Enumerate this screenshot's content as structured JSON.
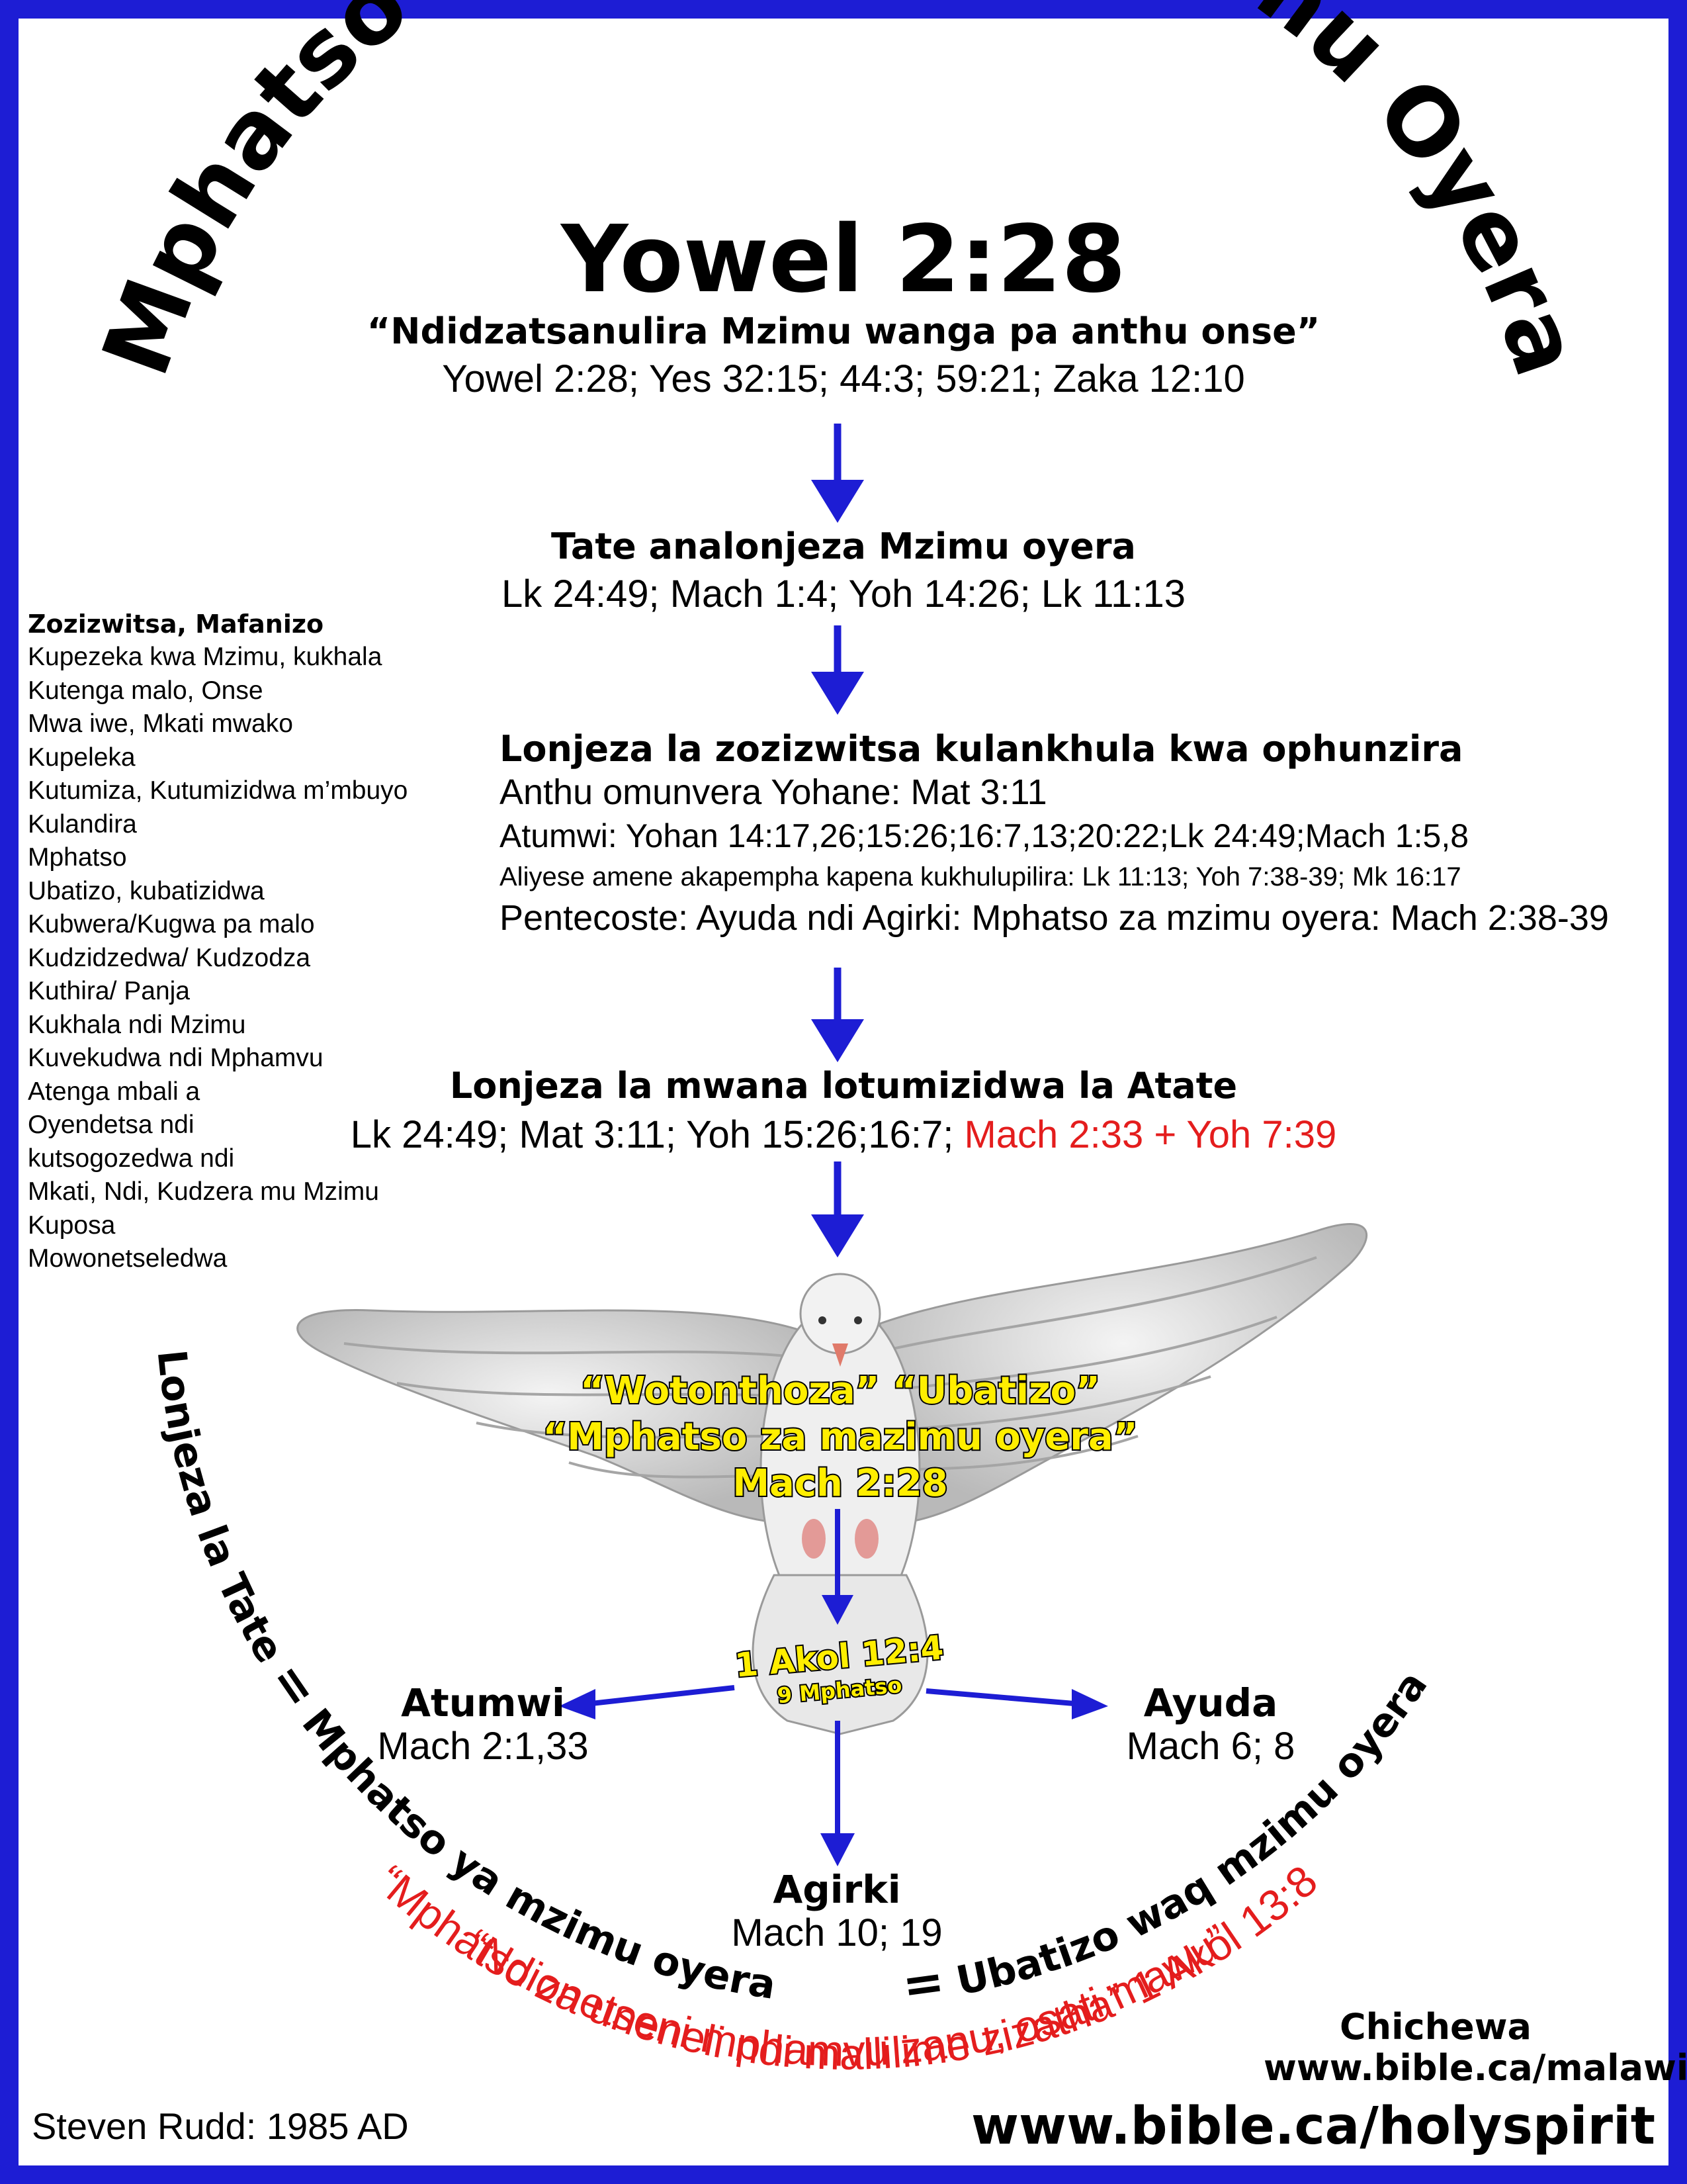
{
  "title_arc": "Mphatso za Uzimu za Mzimu Oyera",
  "heading": {
    "main": "Yowel 2:28",
    "quote": "“Ndidzatsanulira Mzimu wanga pa anthu onse”",
    "refs": "Yowel 2:28; Yes 32:15; 44:3; 59:21; Zaka 12:10"
  },
  "step2": {
    "title": "Tate analonjeza Mzimu oyera",
    "refs": "Lk 24:49; Mach 1:4; Yoh 14:26; Lk 11:13"
  },
  "step3": {
    "title": "Lonjeza la zozizwitsa kulankhula kwa ophunzira",
    "lines": [
      "Anthu omunvera Yohane: Mat 3:11",
      "Atumwi: Yohan 14:17,26;15:26;16:7,13;20:22;Lk 24:49;Mach 1:5,8",
      "Aliyese amene akapempha kapena kukhulupilira: Lk 11:13; Yoh 7:38-39; Mk 16:17",
      "Pentecoste: Ayuda ndi Agirki: Mphatso za mzimu oyera: Mach 2:38-39"
    ]
  },
  "step4": {
    "title": "Lonjeza la mwana lotumizidwa la Atate",
    "refs_black": "Lk 24:49; Mat 3:11; Yoh 15:26;16:7;",
    "refs_red": "Mach 2:33 + Yoh 7:39"
  },
  "left_list": {
    "title": "Zozizwitsa, Mafanizo",
    "items": [
      "Kupezeka kwa Mzimu, kukhala",
      "Kutenga malo, Onse",
      "Mwa iwe, Mkati mwako",
      "Kupeleka",
      "Kutumiza, Kutumizidwa m’mbuyo",
      "Kulandira",
      "Mphatso",
      "Ubatizo, kubatizidwa",
      "Kubwera/Kugwa pa malo",
      "Kudzidzedwa/ Kudzodza",
      "Kuthira/ Panja",
      "Kukhala ndi Mzimu",
      "Kuvekudwa ndi Mphamvu",
      "Atenga mbali a",
      "Oyendetsa ndi",
      "kutsogozedwa ndi",
      "Mkati, Ndi, Kudzera mu Mzimu",
      "Kuposa",
      "Mowonetseledwa"
    ]
  },
  "dove_text": {
    "line1": "“Wotonthoza” “Ubatizo”",
    "line2": "“Mphatso za mazimu oyera”",
    "line3": "Mach 2:28",
    "center_ref": "1 Akol 12:4",
    "center_sub": "9 Mphatso"
  },
  "branches": {
    "left": {
      "title": "Atumwi",
      "ref": "Mach 2:1,33"
    },
    "right": {
      "title": "Ayuda",
      "ref": "Mach 6; 8"
    },
    "bottom": {
      "title": "Agirki",
      "ref": "Mach 10; 19"
    }
  },
  "bottom_arc": {
    "left": "Lonjeza la Tate",
    "eq1": "=",
    "middle": "Mphatso ya mzimu oyera",
    "eq2": "=",
    "right": "Ubatizo waq mzimu oyera"
  },
  "red_arc": {
    "line1": "“Mphatso za uneneli ndi mallilime zizatha” 1 Akol 13:8",
    "line2": "“Ndionetseni mphamvu zanu, osati mawu”"
  },
  "footer": {
    "author": "Steven Rudd: 1985 AD",
    "language": "Chichewa",
    "url_small": "www.bible.ca/malawi",
    "url_big": "www.bible.ca/holyspirit"
  },
  "colors": {
    "frame": "#1d1dd4",
    "arrow": "#1d1dd4",
    "red": "#e41d1d",
    "yellow": "#ffee00"
  }
}
